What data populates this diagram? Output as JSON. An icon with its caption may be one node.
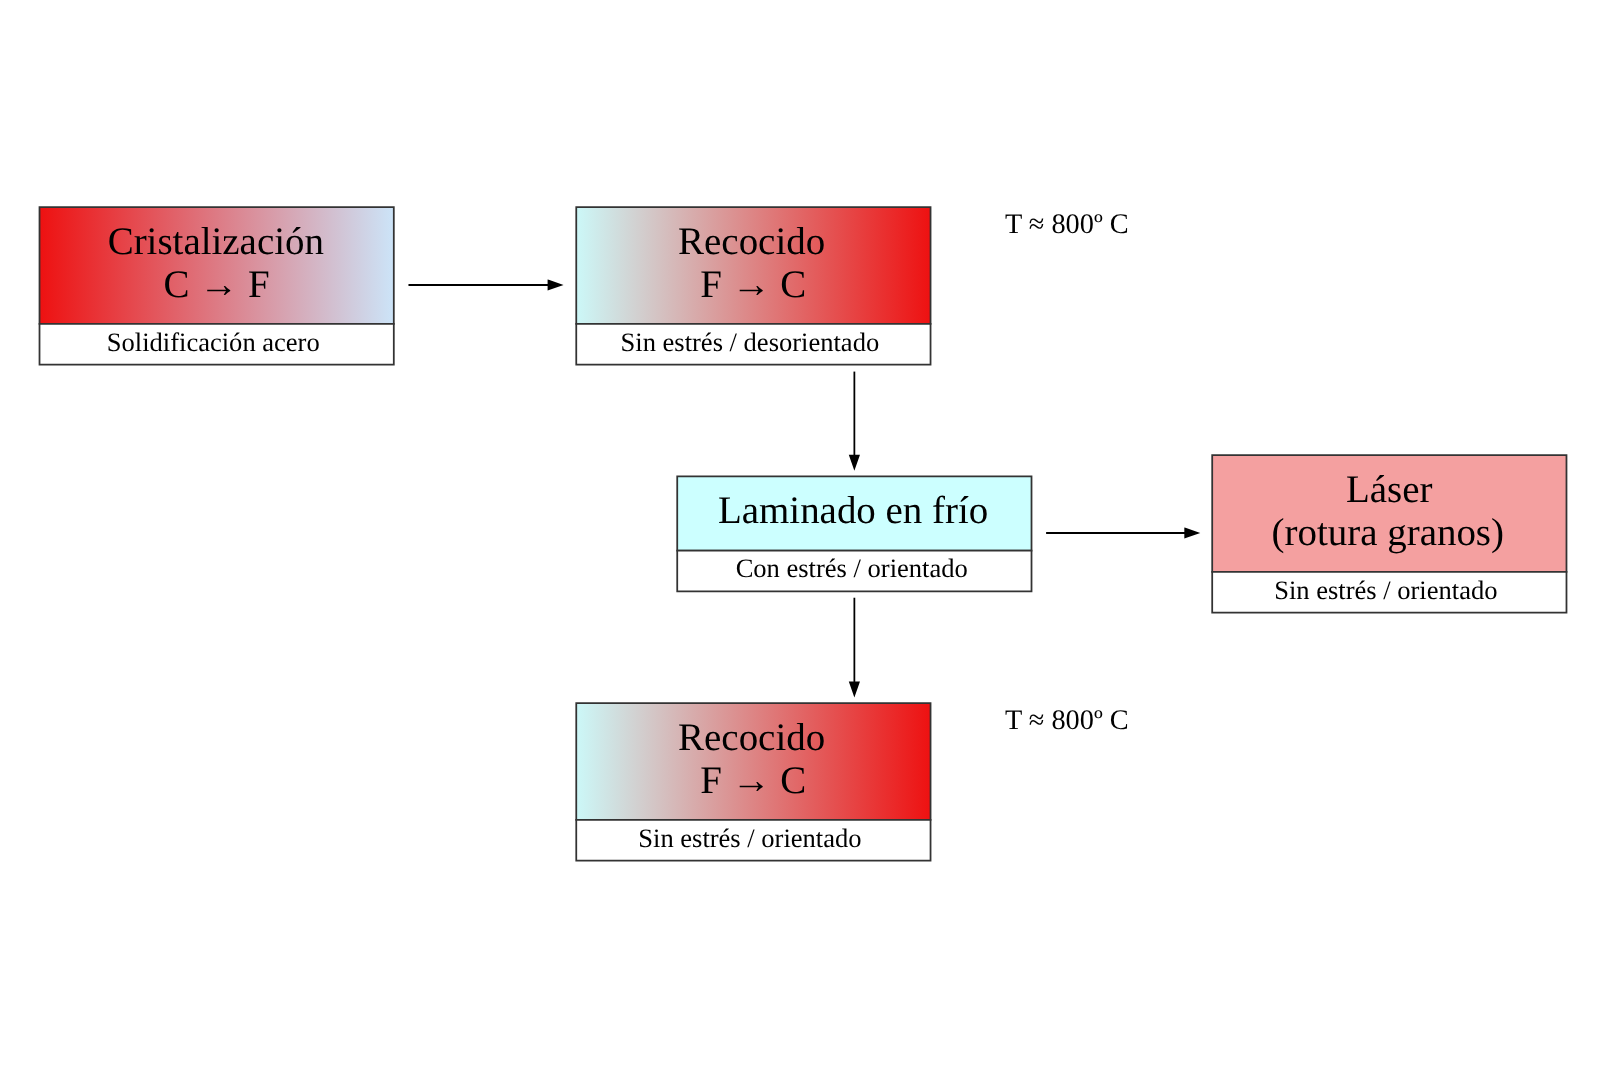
{
  "diagram": {
    "nodes": [
      {
        "text": [
          "Cristalización",
          "C → F",
          "Solidificación acero"
        ]
      },
      {
        "text": [
          "Recocido",
          "F → C",
          "Sin estrés / desorientado"
        ],
        "beside": [
          "T ≈ 800º C"
        ]
      },
      {
        "text": [
          "Laminado en frío",
          "Con estrés / orientado"
        ]
      },
      {
        "text": [
          "Láser",
          "(rotura granos)",
          "Sin estrés / orientado"
        ]
      },
      {
        "text": [
          "Recocido",
          "F → C",
          "Sin estrés / orientado"
        ],
        "beside": [
          "T ≈ 800º C"
        ]
      }
    ],
    "edges": [
      {
        "from": 0,
        "to": 1,
        "arrow": "to"
      },
      {
        "from": 1,
        "to": 2,
        "arrow": "to"
      },
      {
        "from": 2,
        "to": 3,
        "arrow": "to"
      },
      {
        "from": 2,
        "to": 4,
        "arrow": "to"
      }
    ]
  }
}
